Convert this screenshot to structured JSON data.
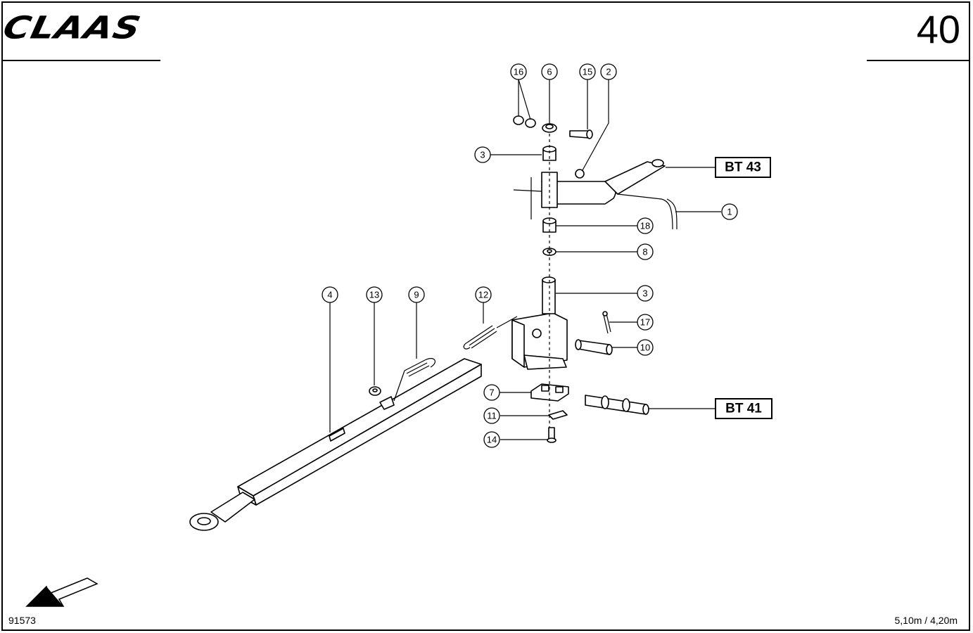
{
  "header": {
    "brand": "CLAAS",
    "page_number": "40"
  },
  "footer": {
    "drawing_number": "91573",
    "spec": "5,10m / 4,20m"
  },
  "callouts": [
    {
      "id": "c16",
      "label": "16"
    },
    {
      "id": "c6",
      "label": "6"
    },
    {
      "id": "c15",
      "label": "15"
    },
    {
      "id": "c2",
      "label": "2"
    },
    {
      "id": "c3a",
      "label": "3"
    },
    {
      "id": "c1",
      "label": "1"
    },
    {
      "id": "c18",
      "label": "18"
    },
    {
      "id": "c8",
      "label": "8"
    },
    {
      "id": "c3b",
      "label": "3"
    },
    {
      "id": "c4",
      "label": "4"
    },
    {
      "id": "c13",
      "label": "13"
    },
    {
      "id": "c9",
      "label": "9"
    },
    {
      "id": "c12",
      "label": "12"
    },
    {
      "id": "c17",
      "label": "17"
    },
    {
      "id": "c10",
      "label": "10"
    },
    {
      "id": "c7",
      "label": "7"
    },
    {
      "id": "c11",
      "label": "11"
    },
    {
      "id": "c14",
      "label": "14"
    }
  ],
  "references": [
    {
      "id": "bt43",
      "label": "BT 43"
    },
    {
      "id": "bt41",
      "label": "BT 41"
    }
  ],
  "icons": {
    "direction_arrow": "arrow-down-left-icon"
  }
}
